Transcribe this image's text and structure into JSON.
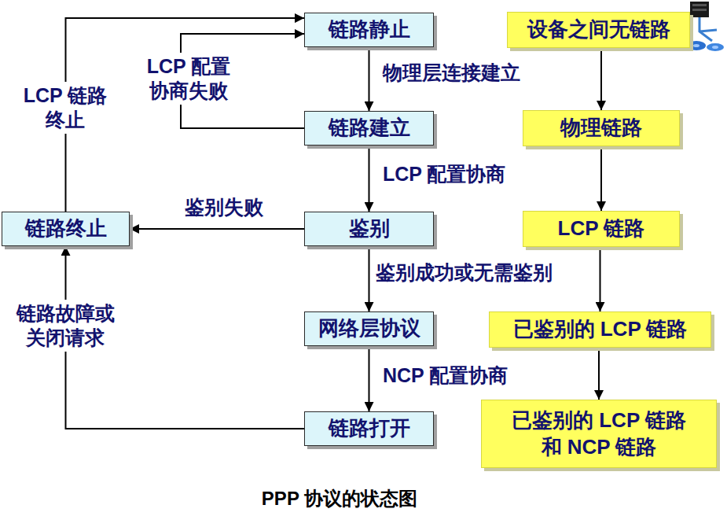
{
  "diagram": {
    "caption": "PPP 协议的状态图",
    "nodes": [
      {
        "text": [
          "链路静止"
        ]
      },
      {
        "text": [
          "设备之间无链路"
        ]
      },
      {
        "text": [
          "链路建立"
        ]
      },
      {
        "text": [
          "物理链路"
        ]
      },
      {
        "text": [
          "链路终止"
        ]
      },
      {
        "text": [
          "鉴别"
        ]
      },
      {
        "text": [
          "LCP 链路"
        ]
      },
      {
        "text": [
          "网络层协议"
        ]
      },
      {
        "text": [
          "已鉴别的 LCP 链路"
        ]
      },
      {
        "text": [
          "链路打开"
        ]
      },
      {
        "text": [
          "已鉴别的 LCP 链路 和 NCP 链路"
        ]
      }
    ],
    "edges": [
      {
        "from": 0,
        "to": 2,
        "arrow": "to",
        "label": "物理层连接建立"
      },
      {
        "from": 2,
        "to": 0,
        "arrow": "to",
        "label": "LCP 配置协商失败"
      },
      {
        "from": 2,
        "to": 5,
        "arrow": "to",
        "label": "LCP 配置协商"
      },
      {
        "from": 5,
        "to": 4,
        "arrow": "to",
        "label": "鉴别失败"
      },
      {
        "from": 5,
        "to": 7,
        "arrow": "to",
        "label": "鉴别成功或无需鉴别"
      },
      {
        "from": 7,
        "to": 9,
        "arrow": "to",
        "label": "NCP 配置协商"
      },
      {
        "from": 9,
        "to": 4,
        "arrow": "to",
        "label": "链路故障或关闭请求"
      },
      {
        "from": 4,
        "to": 0,
        "arrow": "to",
        "label": "LCP 链路终止"
      },
      {
        "from": 1,
        "to": 3,
        "arrow": "to"
      },
      {
        "from": 3,
        "to": 6,
        "arrow": "to"
      },
      {
        "from": 6,
        "to": 8,
        "arrow": "to"
      },
      {
        "from": 8,
        "to": 10,
        "arrow": "to"
      }
    ]
  }
}
